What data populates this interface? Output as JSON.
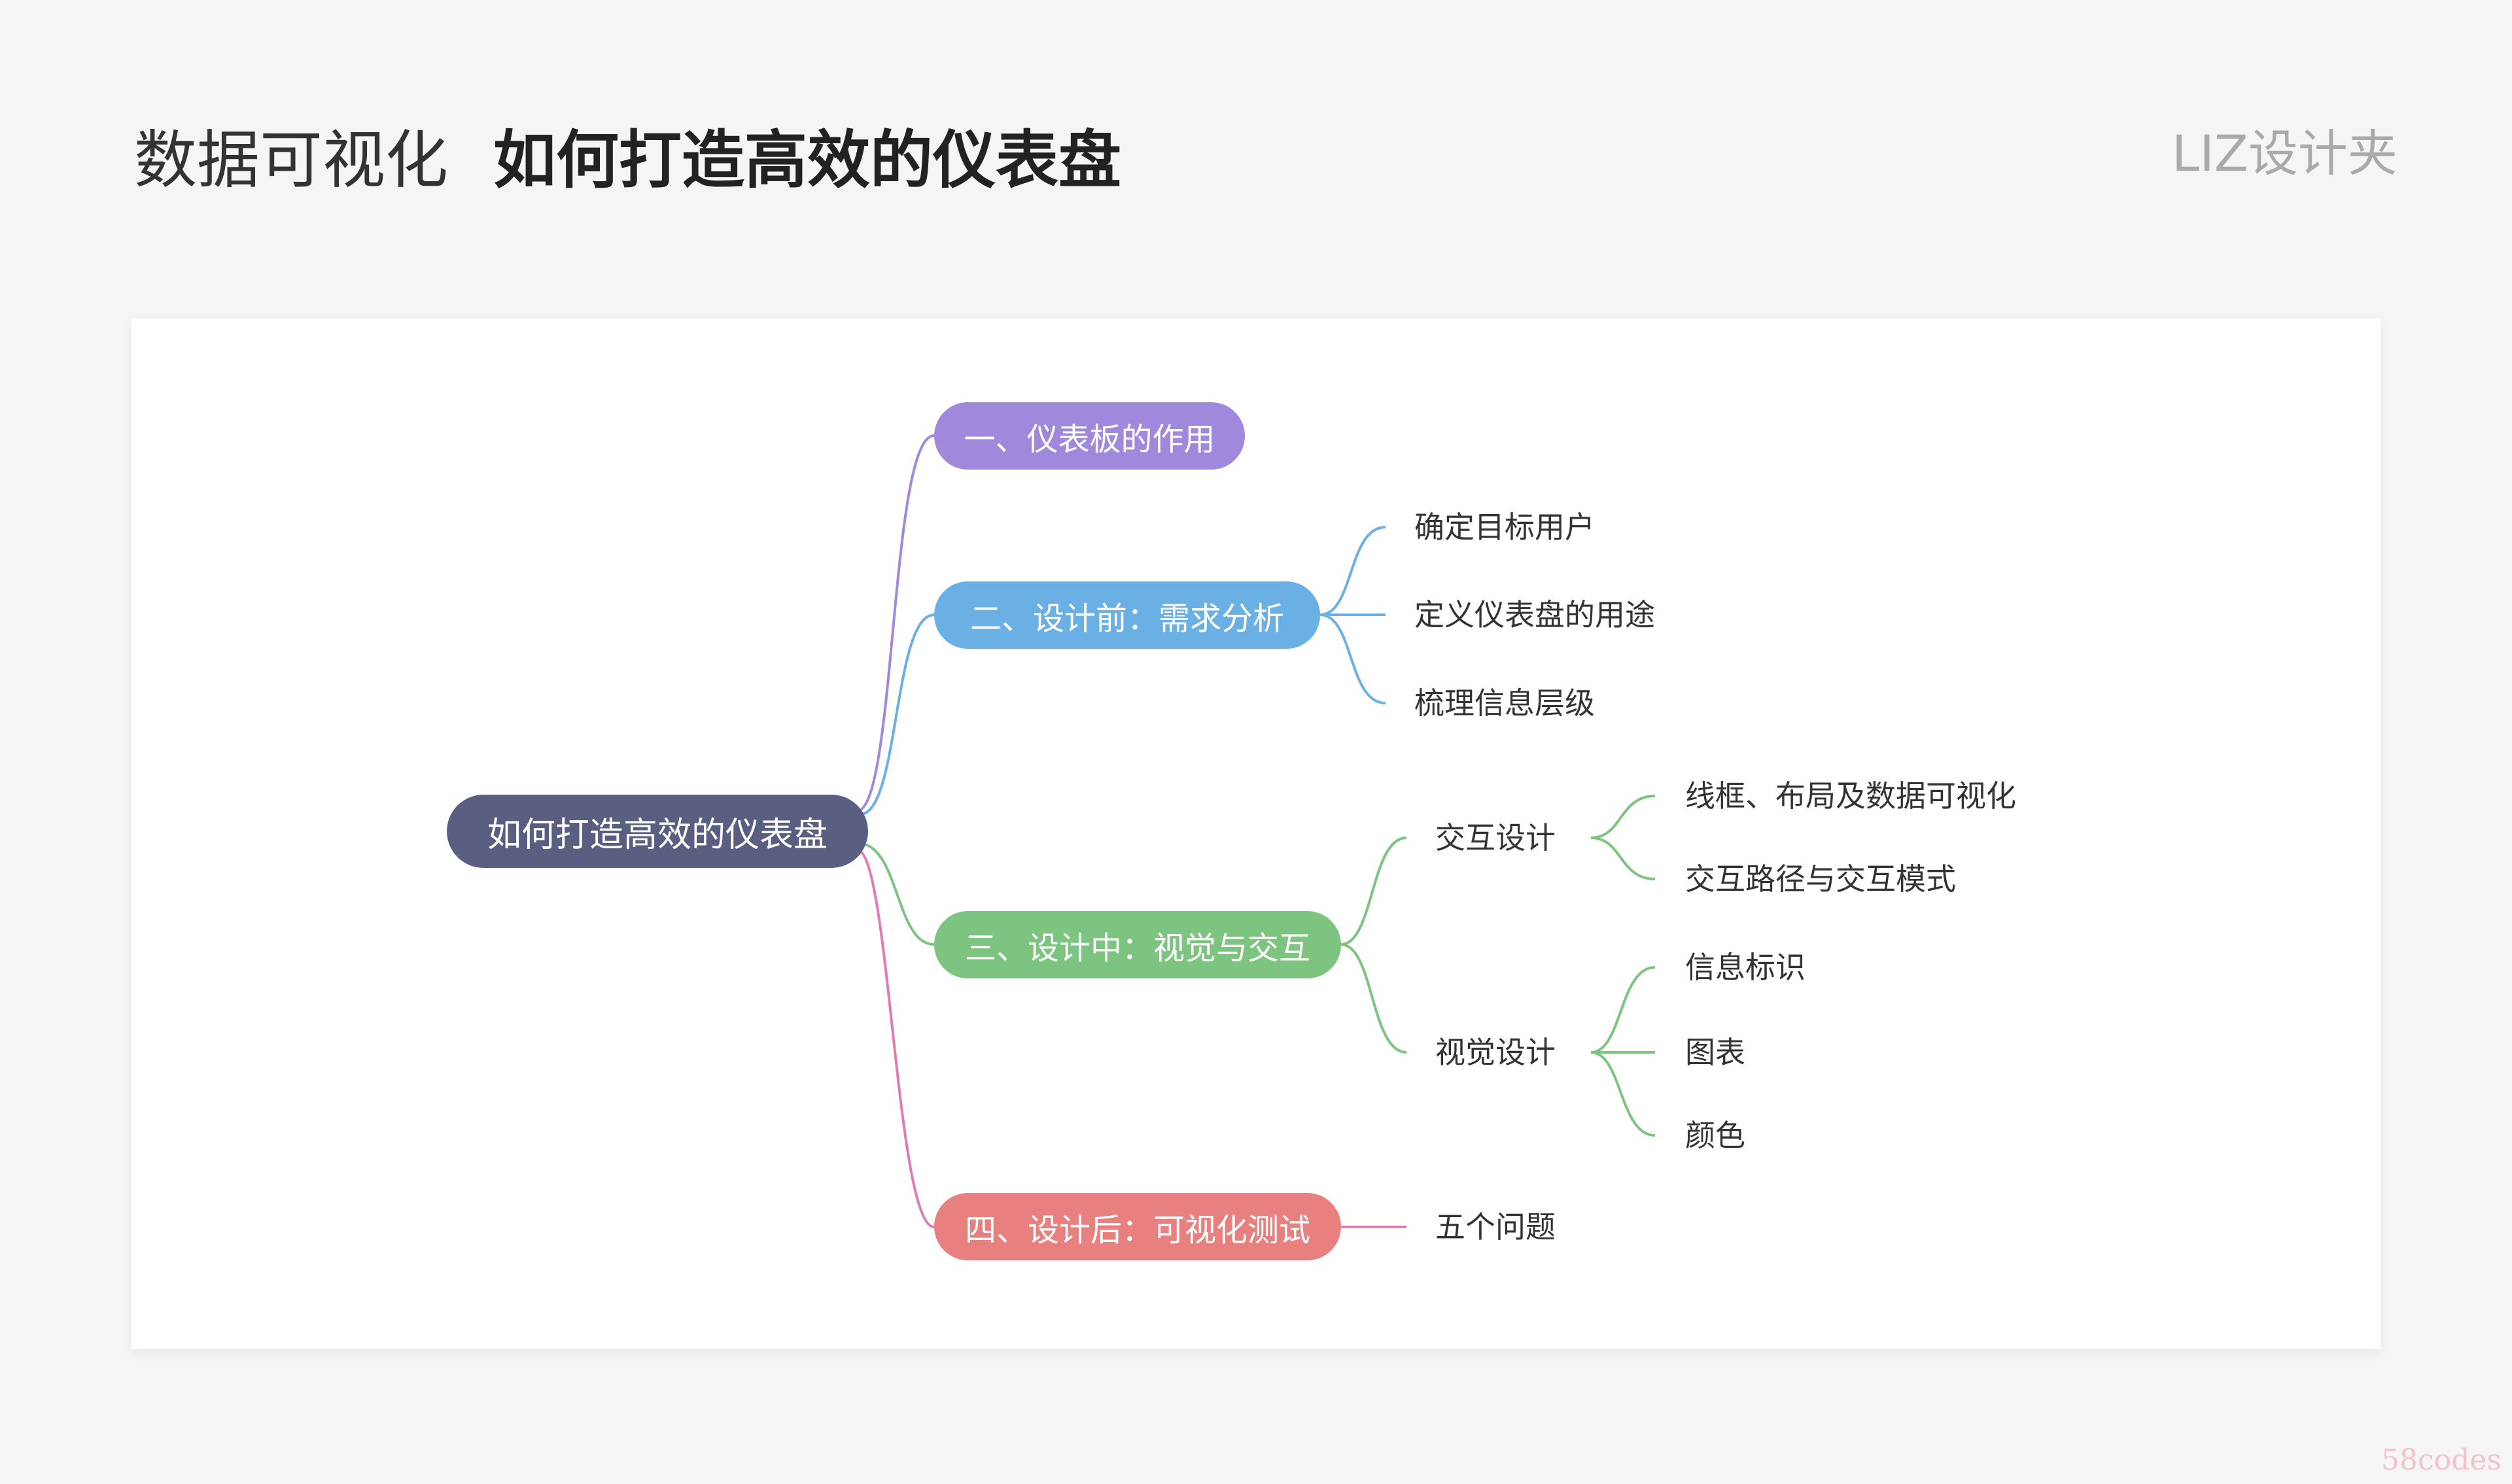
{
  "header": {
    "title_light": "数据可视化",
    "title_bold": "如何打造高效的仪表盘",
    "brand": "LIZ设计夹"
  },
  "colors": {
    "root": "#5a5f82",
    "branch1": "#a088dd",
    "branch2": "#6ab0e4",
    "branch3": "#7cc47f",
    "branch4": "#e88080",
    "branch4_line": "#e07bb5"
  },
  "mindmap": {
    "root": "如何打造高效的仪表盘",
    "branches": [
      {
        "label": "一、仪表板的作用"
      },
      {
        "label": "二、设计前：需求分析",
        "children": [
          "确定目标用户",
          "定义仪表盘的用途",
          "梳理信息层级"
        ]
      },
      {
        "label": "三、设计中：视觉与交互",
        "children": [
          {
            "label": "交互设计",
            "children": [
              "线框、布局及数据可视化",
              "交互路径与交互模式"
            ]
          },
          {
            "label": "视觉设计",
            "children": [
              "信息标识",
              "图表",
              "颜色"
            ]
          }
        ]
      },
      {
        "label": "四、设计后：可视化测试",
        "children": [
          "五个问题"
        ]
      }
    ]
  },
  "watermark": "58codes"
}
